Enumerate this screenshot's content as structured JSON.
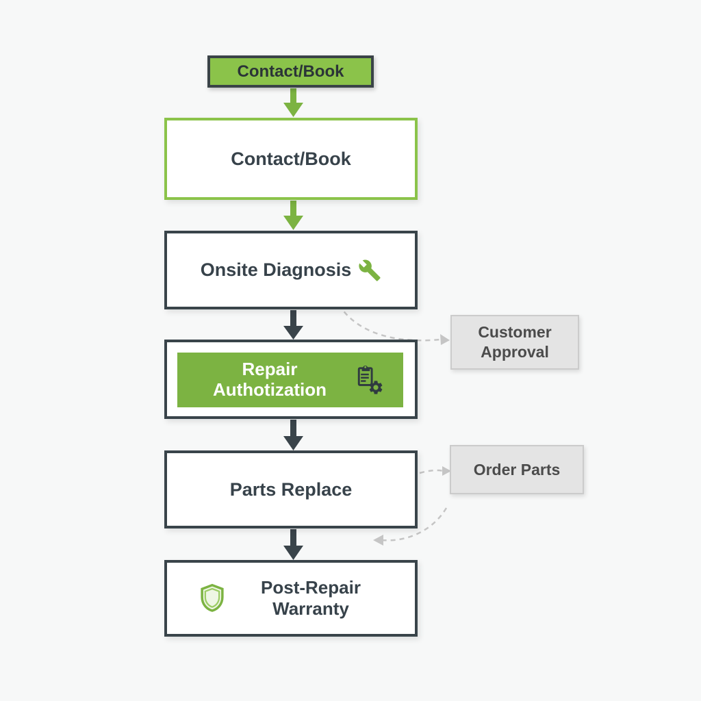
{
  "colors": {
    "green": "#7cb342",
    "green_border": "#8bc34a",
    "dark": "#3a444a",
    "dashed": "#c5c5c5",
    "gray_fill": "#e4e4e4",
    "gray_border": "#cbcbcb",
    "white": "#ffffff"
  },
  "flow": {
    "start": "Contact/Book",
    "contact": "Contact/Book",
    "diagnosis": "Onsite Diagnosis",
    "authorization": "Repair Authotization",
    "parts": "Parts Replace",
    "warranty": "Post-Repair Warranty"
  },
  "side": {
    "approval": "Customer Approval",
    "order": "Order Parts"
  },
  "icons": {
    "diagnosis": "wrench",
    "authorization": "clipboard-gear",
    "warranty": "shield"
  }
}
